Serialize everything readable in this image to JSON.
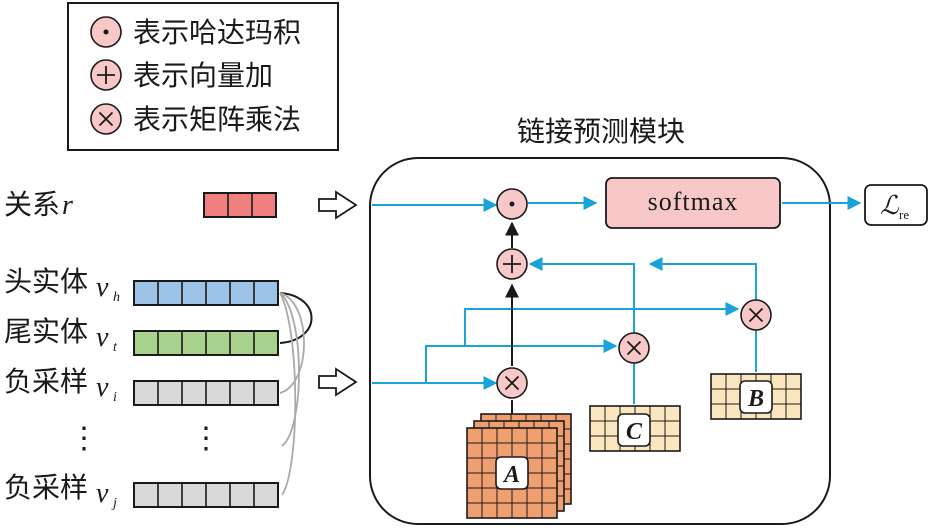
{
  "legend": {
    "items": [
      {
        "symbol": "⊙",
        "label": "表示哈达玛积"
      },
      {
        "symbol": "⊕",
        "label": "表示向量加"
      },
      {
        "symbol": "⊗",
        "label": "表示矩阵乘法"
      }
    ]
  },
  "module": {
    "title": "链接预测模块"
  },
  "inputs": {
    "relation": {
      "label": "关系",
      "var": "r"
    },
    "head": {
      "label": "头实体",
      "var": "v",
      "sub": "h"
    },
    "tail": {
      "label": "尾实体",
      "var": "v",
      "sub": "t"
    },
    "neg_i": {
      "label": "负采样",
      "var": "v",
      "sub": "i"
    },
    "dots": "⋮",
    "neg_j": {
      "label": "负采样",
      "var": "v",
      "sub": "j"
    }
  },
  "ops": {
    "hadamard": "⊙",
    "add": "⊕",
    "mul": "⊗"
  },
  "softmax": {
    "label": "softmax"
  },
  "loss": {
    "symbol": "ℒ",
    "sub": "re"
  },
  "matrices": {
    "a": "A",
    "b": "B",
    "c": "C"
  },
  "colors": {
    "relation": "#f08080",
    "head": "#9dc3e6",
    "tail": "#a9d18e",
    "negative": "#d9d9d9",
    "arrow": "#1aa3d9",
    "op_fill": "#f8c8c8",
    "softmax_fill": "#f8c8c8",
    "matrix_a": "#f0a070",
    "matrix_bc": "#fbe6bf"
  }
}
